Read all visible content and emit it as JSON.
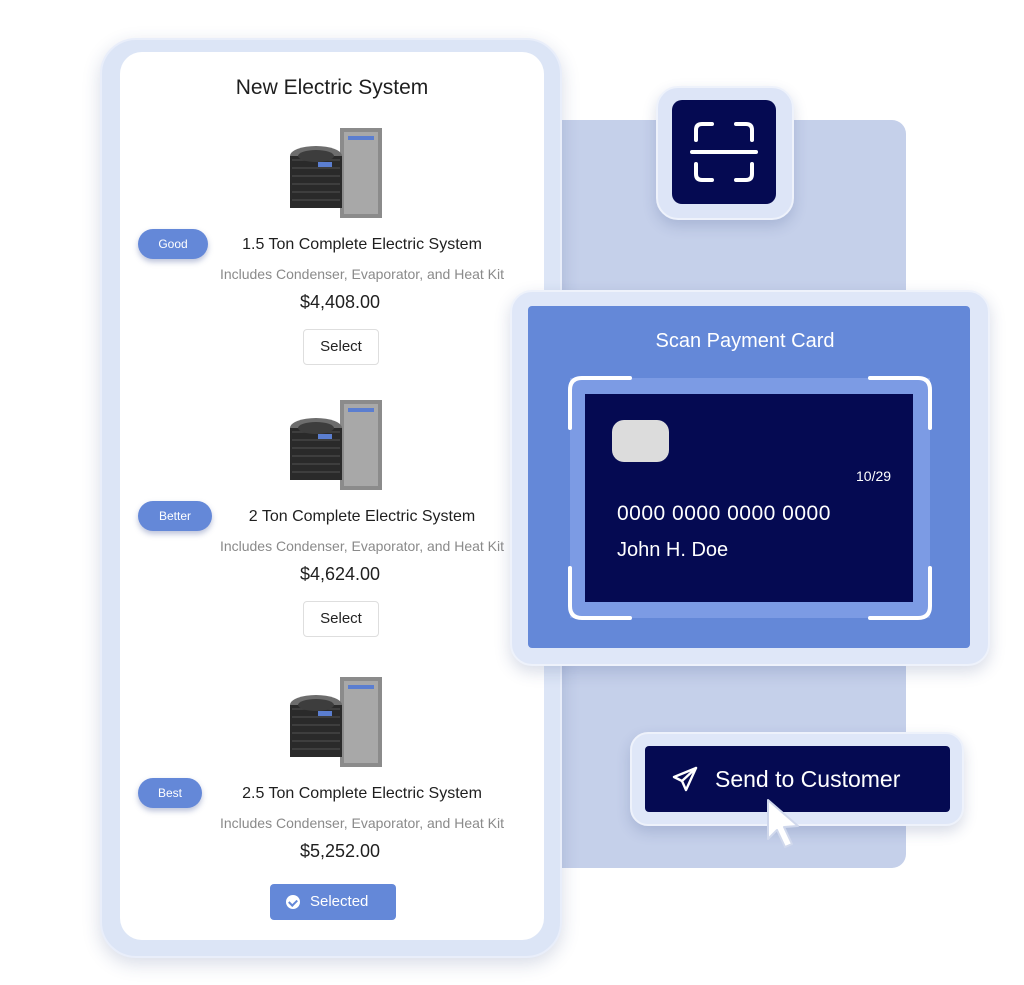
{
  "phone": {
    "title": "New Electric System",
    "products": [
      {
        "tier": "Good",
        "name": "1.5 Ton Complete Electric System",
        "description": "Includes Condenser, Evaporator, and Heat Kit",
        "price": "$4,408.00",
        "button": "Select"
      },
      {
        "tier": "Better",
        "name": "2 Ton Complete Electric System",
        "description": "Includes Condenser, Evaporator, and Heat Kit",
        "price": "$4,624.00",
        "button": "Select"
      },
      {
        "tier": "Best",
        "name": "2.5 Ton Complete Electric System",
        "description": "Includes Condenser, Evaporator, and Heat Kit",
        "price": "$5,252.00",
        "button": "Selected"
      }
    ]
  },
  "scan_icon": {
    "icon": "scan-frame-icon"
  },
  "payment_card": {
    "title": "Scan Payment Card",
    "expiry": "10/29",
    "number": "0000 0000 0000 0000",
    "holder": "John H. Doe"
  },
  "send": {
    "label": "Send to Customer",
    "icon": "paper-plane-icon"
  },
  "colors": {
    "accent": "#6488d8",
    "navy": "#050a52",
    "panel": "#c5d0ea",
    "frame": "#dce5f6"
  }
}
